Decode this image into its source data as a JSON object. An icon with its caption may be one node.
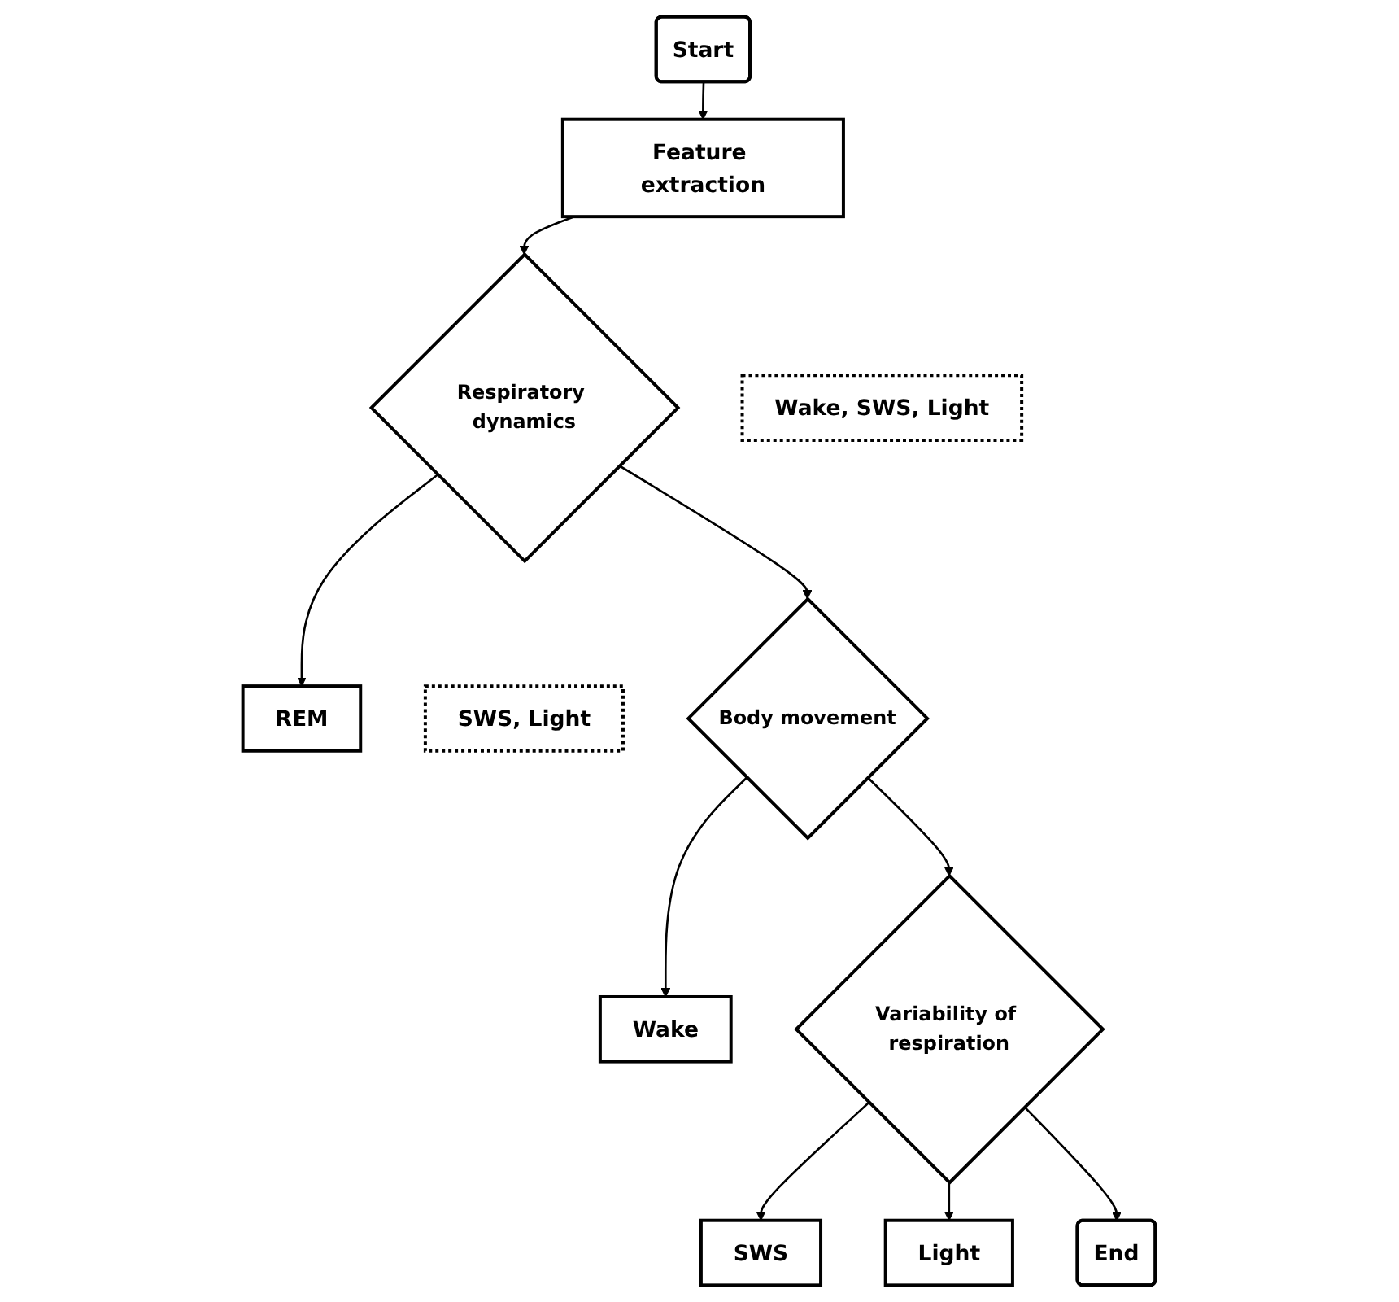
{
  "diagram": {
    "nodes": [
      {
        "text": [
          "Start"
        ]
      },
      {
        "text": [
          "Feature extraction"
        ]
      },
      {
        "text": [
          "REM"
        ]
      },
      {
        "text": [
          "Respiratory dynamics"
        ]
      },
      {
        "text": [
          "Wake, SWS, Light"
        ]
      },
      {
        "text": [
          "SWS, Light"
        ]
      },
      {
        "text": [
          "Body movement"
        ]
      },
      {
        "text": [
          "Wake"
        ]
      },
      {
        "text": [
          "SWS"
        ]
      },
      {
        "text": [
          "Variability of respiration"
        ]
      },
      {
        "text": [
          "Light"
        ]
      },
      {
        "text": [
          "End"
        ]
      }
    ],
    "edges": [
      {
        "from": 0,
        "to": 1,
        "arrow": "to"
      },
      {
        "from": 1,
        "to": 3,
        "arrow": "to"
      },
      {
        "from": 3,
        "to": 2,
        "arrow": "to"
      },
      {
        "from": 3,
        "to": 6,
        "arrow": "to"
      },
      {
        "from": 6,
        "to": 7,
        "arrow": "to"
      },
      {
        "from": 6,
        "to": 9,
        "arrow": "to"
      },
      {
        "from": 9,
        "to": 8,
        "arrow": "to"
      },
      {
        "from": 9,
        "to": 10,
        "arrow": "to"
      },
      {
        "from": 9,
        "to": 11,
        "arrow": "to"
      }
    ]
  }
}
